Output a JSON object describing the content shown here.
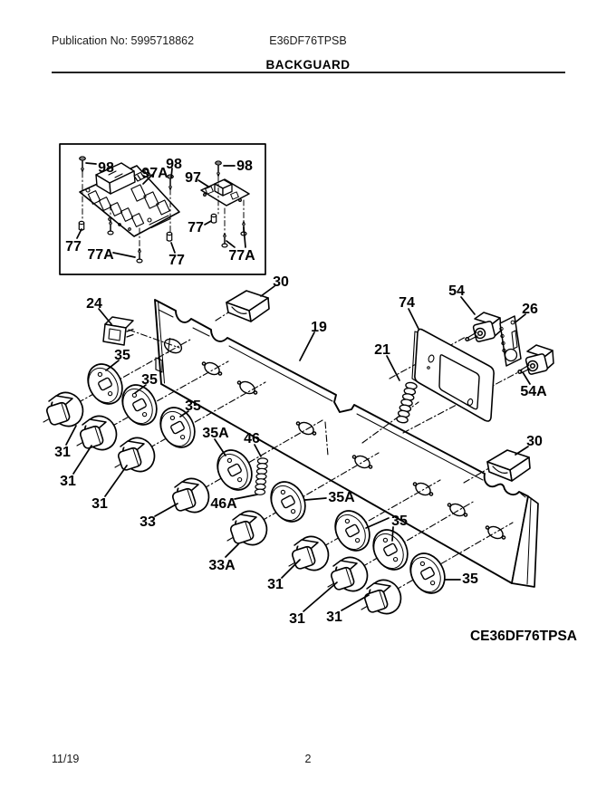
{
  "page": {
    "paper_color": "#ffffff",
    "ink_color": "#000000"
  },
  "header": {
    "publication": "Publication No: 5995718862",
    "model": "E36DF76TPSB",
    "title": "BACKGUARD"
  },
  "footer": {
    "date_code": "11/19",
    "page_number": "2"
  },
  "diagram": {
    "assembly_code": "CE36DF76TPSA",
    "inset_callouts": [
      "98",
      "97A",
      "98",
      "97",
      "98",
      "77",
      "77A",
      "77",
      "77",
      "77A"
    ],
    "callouts": [
      "30",
      "19",
      "24",
      "35",
      "35",
      "35",
      "35A",
      "46",
      "74",
      "54",
      "26",
      "21",
      "54A",
      "31",
      "31",
      "31",
      "33",
      "46A",
      "33A",
      "35A",
      "35",
      "35",
      "31",
      "31",
      "31",
      "30"
    ]
  }
}
